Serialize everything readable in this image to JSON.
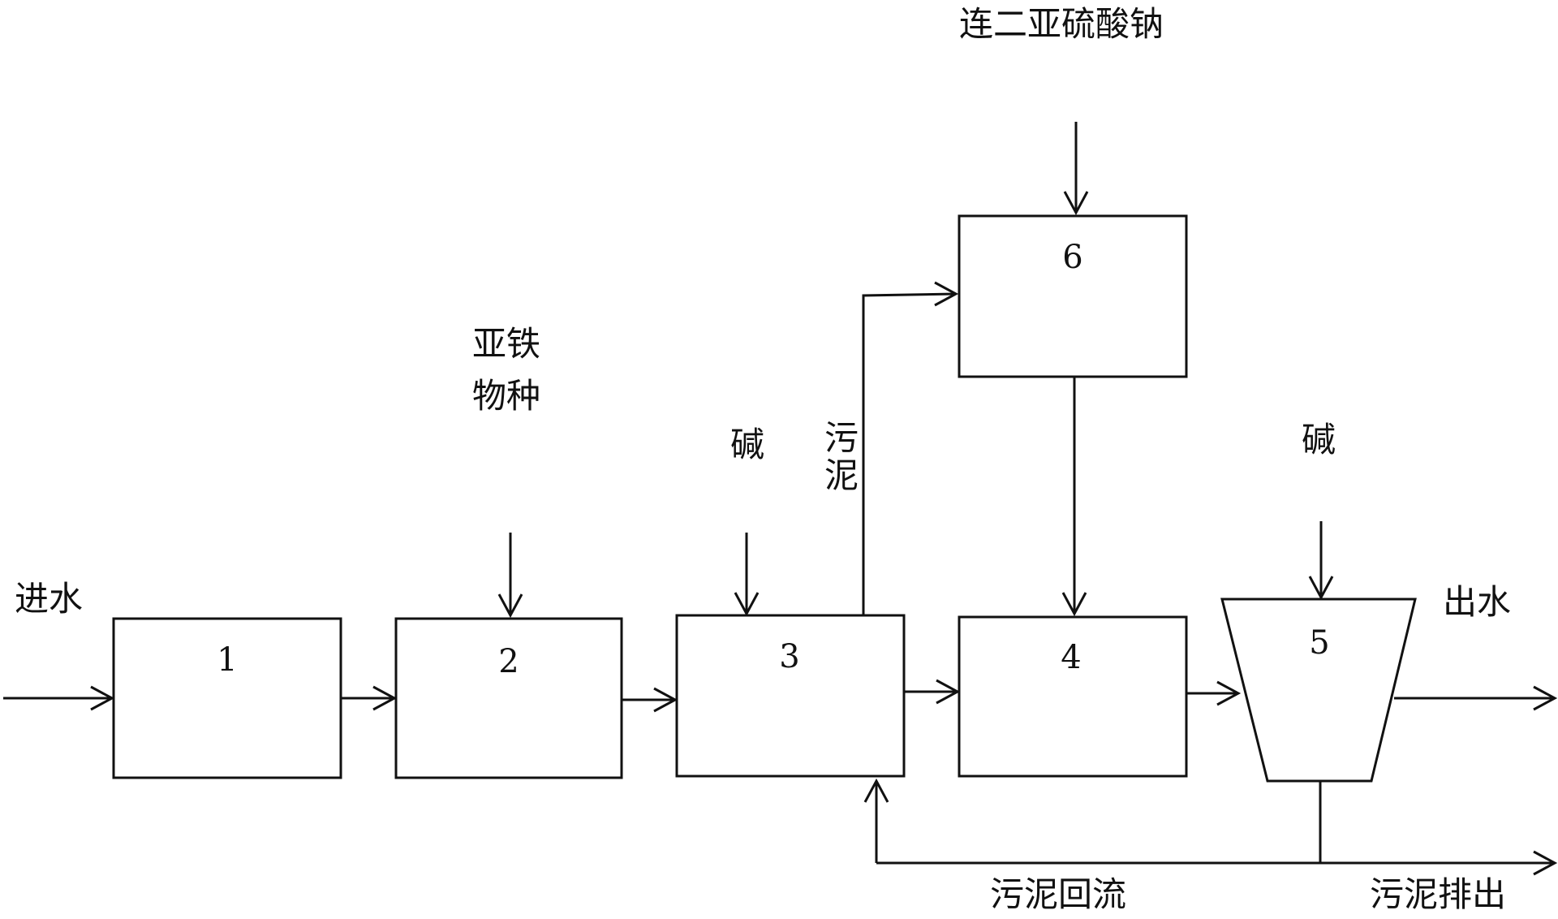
{
  "units": {
    "u1": "1",
    "u2": "2",
    "u3": "3",
    "u4": "4",
    "u5": "5",
    "u6": "6"
  },
  "labels": {
    "inlet": "进水",
    "outlet": "出水",
    "ferrous_line1": "亚铁",
    "ferrous_line2": "物种",
    "alkali_3": "碱",
    "alkali_5": "碱",
    "sludge_char1": "污",
    "sludge_char2": "泥",
    "dithionite": "连二亚硫酸钠",
    "sludge_return": "污泥回流",
    "sludge_discharge": "污泥排出"
  }
}
